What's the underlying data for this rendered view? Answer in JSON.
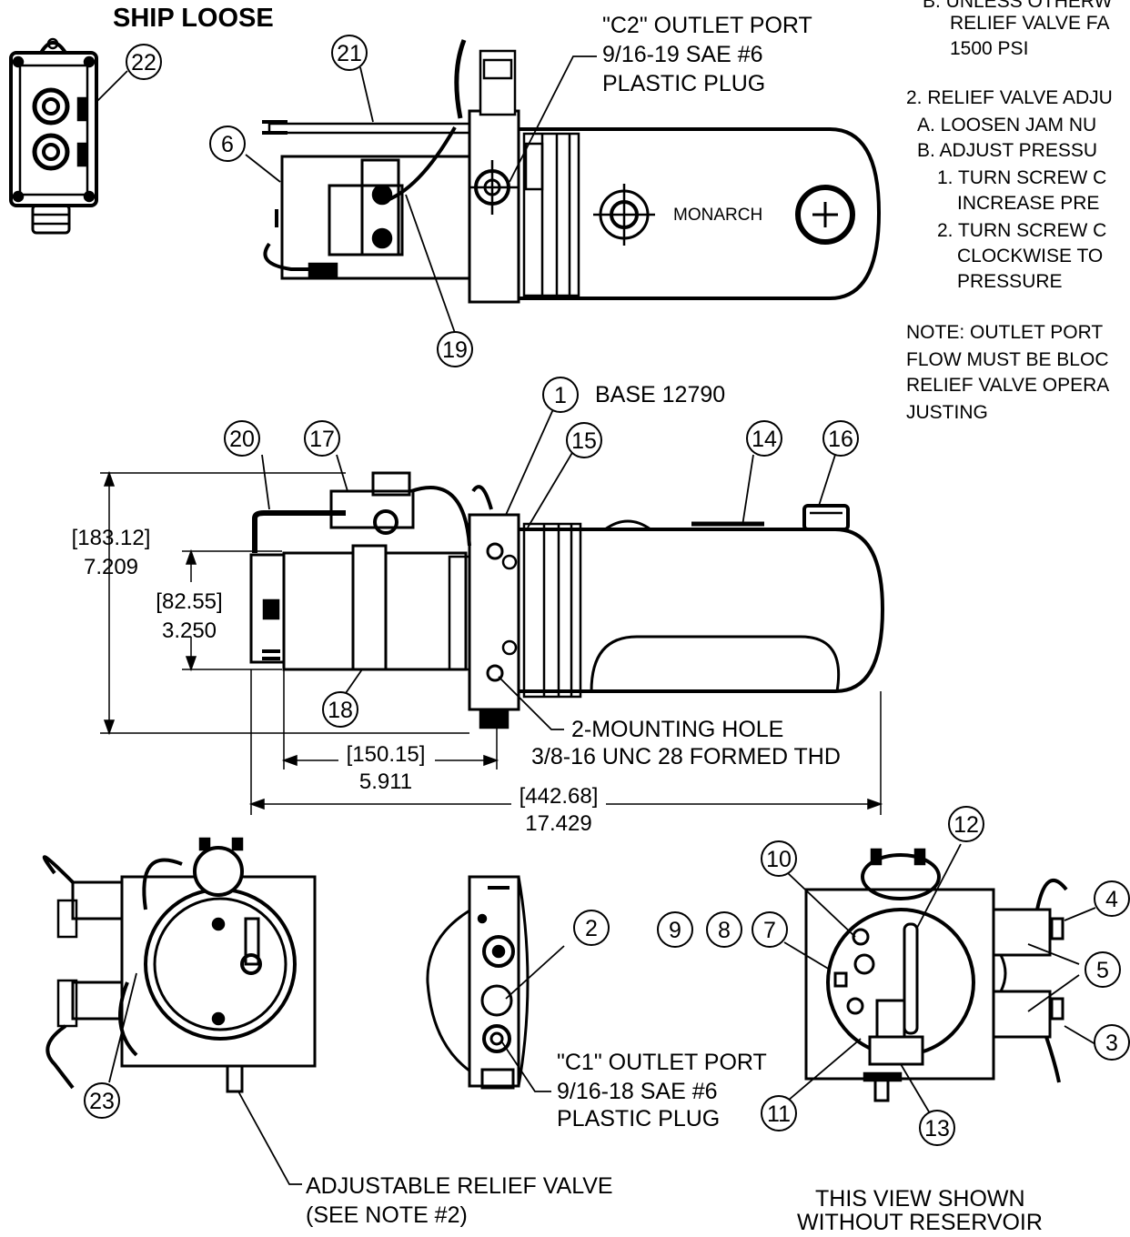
{
  "labels": {
    "ship_loose": "SHIP LOOSE",
    "c2_port": [
      "\"C2\" OUTLET PORT",
      "9/16-19 SAE #6",
      "PLASTIC PLUG"
    ],
    "base": "BASE 12790",
    "mounting_hole": [
      "2-MOUNTING HOLE",
      "3/8-16 UNC 28 FORMED THD"
    ],
    "c1_port": [
      "\"C1\" OUTLET PORT",
      "9/16-18 SAE #6",
      "PLASTIC PLUG"
    ],
    "relief_valve": [
      "ADJUSTABLE RELIEF VALVE",
      "(SEE NOTE #2)"
    ],
    "view_note": [
      "THIS VIEW SHOWN",
      "WITHOUT RESERVOIR"
    ],
    "monarch": "MONARCH"
  },
  "notes": [
    "B. UNLESS OTHERW",
    "RELIEF VALVE FA",
    "1500 PSI",
    "2. RELIEF VALVE ADJU",
    "A. LOOSEN JAM NU",
    "B. ADJUST PRESSU",
    "1. TURN SCREW C",
    "INCREASE PRE",
    "2. TURN SCREW C",
    "CLOCKWISE TO",
    "PRESSURE",
    "NOTE: OUTLET PORT",
    "FLOW MUST BE BLOC",
    "RELIEF VALVE OPERA",
    "JUSTING"
  ],
  "dimensions": {
    "height_total": [
      "[183.12]",
      "7.209"
    ],
    "height_mount": [
      "[82.55]",
      "3.250"
    ],
    "width_mount": [
      "[150.15]",
      "5.911"
    ],
    "width_total": [
      "[442.68]",
      "17.429"
    ]
  },
  "balloons": [
    "1",
    "2",
    "3",
    "4",
    "5",
    "6",
    "7",
    "8",
    "9",
    "10",
    "11",
    "12",
    "13",
    "14",
    "15",
    "16",
    "17",
    "18",
    "19",
    "20",
    "21",
    "22",
    "23"
  ]
}
